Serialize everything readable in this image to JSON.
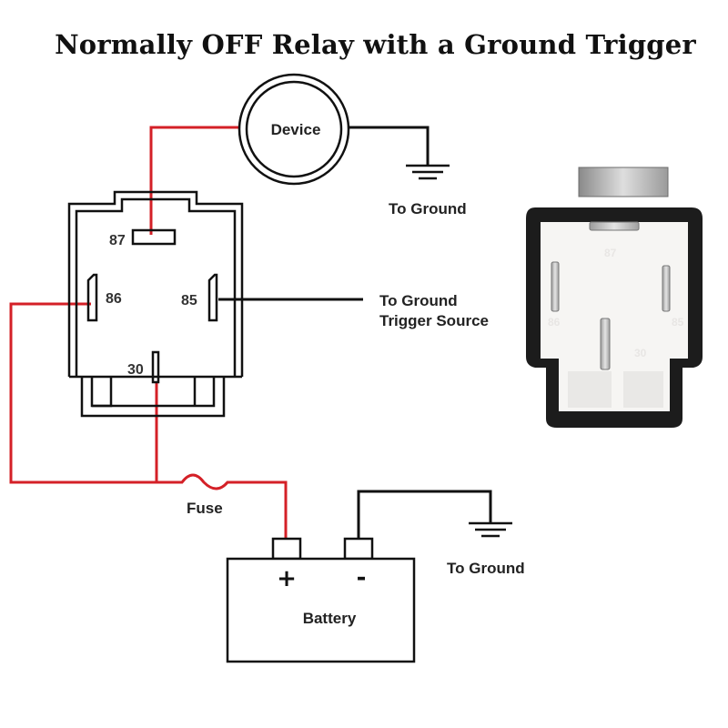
{
  "title": "Normally OFF Relay with a Ground Trigger",
  "labels": {
    "device": "Device",
    "to_ground_top": "To Ground",
    "to_ground_trigger_1": "To Ground",
    "to_ground_trigger_2": "Trigger Source",
    "fuse": "Fuse",
    "battery": "Battery",
    "battery_plus": "+",
    "battery_minus": "-",
    "to_ground_battery": "To Ground"
  },
  "pins": {
    "p87": "87",
    "p86": "86",
    "p85": "85",
    "p30": "30"
  },
  "photo_pins": {
    "p87": "87",
    "p86": "86",
    "p85": "85",
    "p30": "30"
  },
  "colors": {
    "wire_red": "#d42027",
    "wire_black": "#111111",
    "relay_body": "#1c1c1c",
    "relay_face": "#f6f5f3"
  }
}
